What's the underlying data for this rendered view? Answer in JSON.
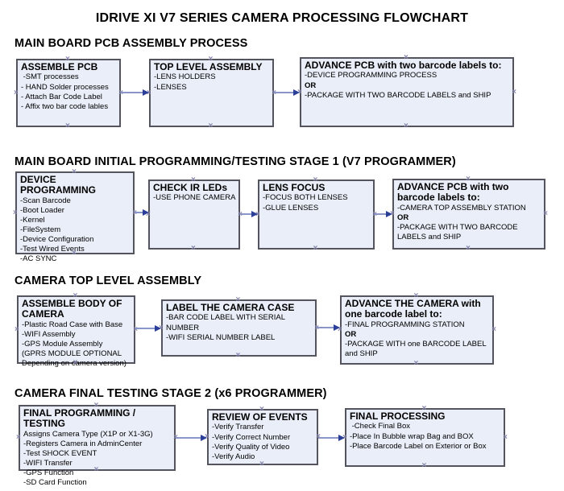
{
  "page_title": "IDRIVE XI V7 SERIES CAMERA PROCESSING FLOWCHART",
  "connector_glyph": "×",
  "colors": {
    "box_fill": "#e9eef8",
    "box_border": "#54545e",
    "arrow_line": "#8a96c8",
    "arrow_head": "#2b3e98",
    "connection_mark": "#8585ad",
    "text": "#000000",
    "background": "#ffffff"
  },
  "sections": [
    {
      "heading": "MAIN BOARD PCB ASSEMBLY PROCESS",
      "boxes": [
        {
          "title": "ASSEMBLE PCB",
          "items": [
            " -SMT processes",
            "- HAND Solder processes",
            "- Attach Bar Code Label",
            "- Affix two bar code lables"
          ]
        },
        {
          "title": "TOP LEVEL ASSEMBLY",
          "items": [
            "-LENS HOLDERS",
            "-LENSES"
          ]
        },
        {
          "title": "ADVANCE PCB with two barcode labels to:",
          "items": [
            "-DEVICE PROGRAMMING PROCESS",
            {
              "text": "OR",
              "bold": true
            },
            "-PACKAGE WITH TWO BARCODE LABELS and SHIP"
          ]
        }
      ]
    },
    {
      "heading": "MAIN BOARD INITIAL PROGRAMMING/TESTING STAGE 1 (V7 PROGRAMMER)",
      "boxes": [
        {
          "title": "DEVICE PROGRAMMING",
          "items": [
            "-Scan Barcode",
            "-Boot Loader",
            "-Kernel",
            "-FileSystem",
            "-Device Configuration",
            "-Test Wired Events",
            "-AC SYNC"
          ]
        },
        {
          "title": "CHECK IR LEDs",
          "items": [
            "-USE PHONE CAMERA"
          ]
        },
        {
          "title": "LENS FOCUS",
          "items": [
            "-FOCUS BOTH LENSES",
            "-GLUE LENSES"
          ]
        },
        {
          "title": "ADVANCE PCB with two barcode labels to:",
          "items": [
            "-CAMERA TOP ASSEMBLY STATION",
            {
              "text": "OR",
              "bold": true
            },
            "-PACKAGE WITH TWO BARCODE LABELS and SHIP"
          ]
        }
      ]
    },
    {
      "heading": "CAMERA TOP LEVEL ASSEMBLY",
      "boxes": [
        {
          "title": "ASSEMBLE BODY OF CAMERA",
          "items": [
            "-Plastic Road Case with Base",
            "-WIFI Assembly",
            "-GPS Module Assembly",
            "(GPRS MODULE OPTIONAL",
            "Depending on camera version)"
          ]
        },
        {
          "title": "LABEL THE CAMERA CASE",
          "items": [
            "-BAR CODE LABEL WITH SERIAL NUMBER",
            "-WIFI SERIAL NUMBER LABEL"
          ]
        },
        {
          "title": "ADVANCE THE CAMERA with one barcode label to:",
          "items": [
            "-FINAL PROGRAMMING STATION",
            {
              "text": "OR",
              "bold": true
            },
            "-PACKAGE WITH one BARCODE LABEL and SHIP"
          ]
        }
      ]
    },
    {
      "heading": "CAMERA FINAL TESTING STAGE 2 (x6 PROGRAMMER)",
      "boxes": [
        {
          "title": "FINAL PROGRAMMING / TESTING",
          "items": [
            "Assigns Camera Type (X1P or X1-3G)",
            "-Registers Camera in AdminCenter",
            "-Test SHOCK EVENT",
            "-WIFI Transfer",
            "-GPS Function",
            "-SD Card Function"
          ]
        },
        {
          "title": "REVIEW OF EVENTS",
          "items": [
            "-Verify Transfer",
            "-Verify Correct Number",
            "-Verify Quality of Video",
            "-Verify Audio"
          ]
        },
        {
          "title": "FINAL PROCESSING",
          "items": [
            " -Check Final Box",
            "-Place In Bubble wrap Bag and BOX",
            "-Place Barcode Label on Exterior or Box"
          ]
        }
      ]
    }
  ]
}
